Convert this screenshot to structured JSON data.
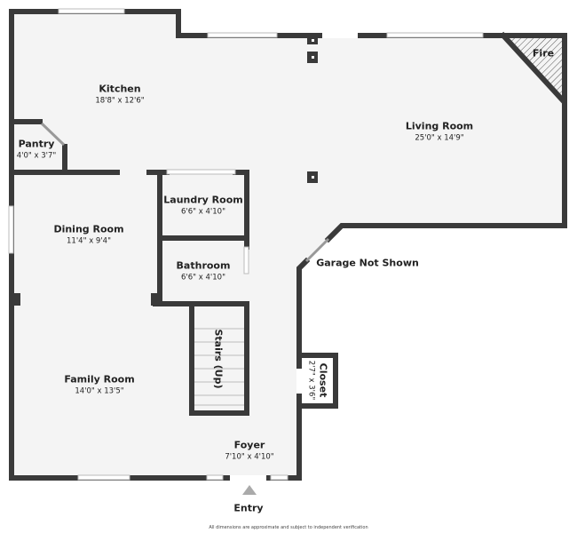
{
  "rooms": {
    "kitchen": {
      "name": "Kitchen",
      "dims": "18'8\" x 12'6\""
    },
    "living": {
      "name": "Living Room",
      "dims": "25'0\" x 14'9\""
    },
    "pantry": {
      "name": "Pantry",
      "dims": "4'0\" x 3'7\""
    },
    "laundry": {
      "name": "Laundry Room",
      "dims": "6'6\" x 4'10\""
    },
    "dining": {
      "name": "Dining Room",
      "dims": "11'4\" x 9'4\""
    },
    "bathroom": {
      "name": "Bathroom",
      "dims": "6'6\" x 4'10\""
    },
    "family": {
      "name": "Family Room",
      "dims": "14'0\" x 13'5\""
    },
    "closet": {
      "name": "Closet",
      "dims": "2'7\" x 3'6\""
    },
    "foyer": {
      "name": "Foyer",
      "dims": "7'10\" x 4'10\""
    }
  },
  "labels": {
    "fire": "Fire",
    "stairs": "Stairs (Up)",
    "garage": "Garage Not Shown",
    "entry": "Entry",
    "disclaimer": "All dimensions are approximate and subject to independent verification"
  },
  "colors": {
    "wall": "#3a3a3a",
    "floor": "#f4f4f4",
    "entry_arrow": "#aaaaaa"
  }
}
